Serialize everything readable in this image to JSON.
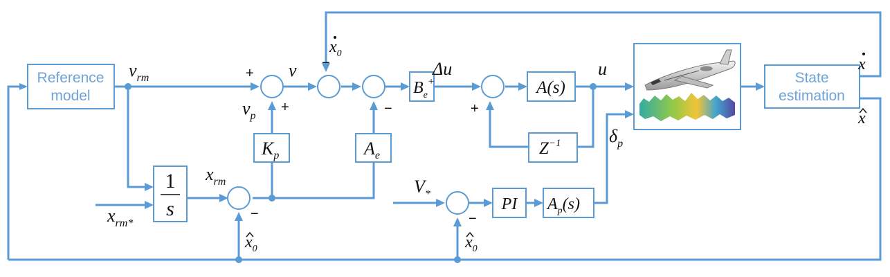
{
  "blocks": {
    "reference_model": [
      "Reference",
      "model"
    ],
    "state_estimation": [
      "State",
      "estimation"
    ],
    "integrator": {
      "num": "1",
      "den": "s"
    },
    "kp": {
      "base": "K",
      "sub": "p"
    },
    "ae": {
      "base": "A",
      "sub": "e"
    },
    "be": {
      "base": "B",
      "sub": "e",
      "sup": "+"
    },
    "as": "A(s)",
    "z": {
      "base": "Z",
      "sup": "−1"
    },
    "pi": "PI",
    "aps": {
      "base": "A",
      "sub": "p",
      "tail": "(s)"
    }
  },
  "signals": {
    "v_rm": {
      "base": "v",
      "sub": "rm"
    },
    "v": "v",
    "v_p": {
      "base": "v",
      "sub": "p"
    },
    "x0_dot": {
      "base": "x",
      "sub": "0"
    },
    "delta_u": "Δu",
    "u": "u",
    "delta_p": {
      "base": "δ",
      "sub": "p"
    },
    "x_rm": {
      "base": "x",
      "sub": "rm"
    },
    "x_rm_star": {
      "base": "x",
      "sub": "rm*"
    },
    "v_star": {
      "base": "V",
      "sub": "*"
    },
    "x0_hat": {
      "base": "x",
      "sub": "0"
    },
    "x_dot": "x",
    "x_hat": "x"
  },
  "signs": {
    "plus": "+",
    "minus": "−"
  },
  "icons": [
    "aircraft-icon",
    "terrain-surface-icon"
  ],
  "colors": {
    "wire": "#5b9bd5",
    "block_text": "#6fa3d8"
  }
}
